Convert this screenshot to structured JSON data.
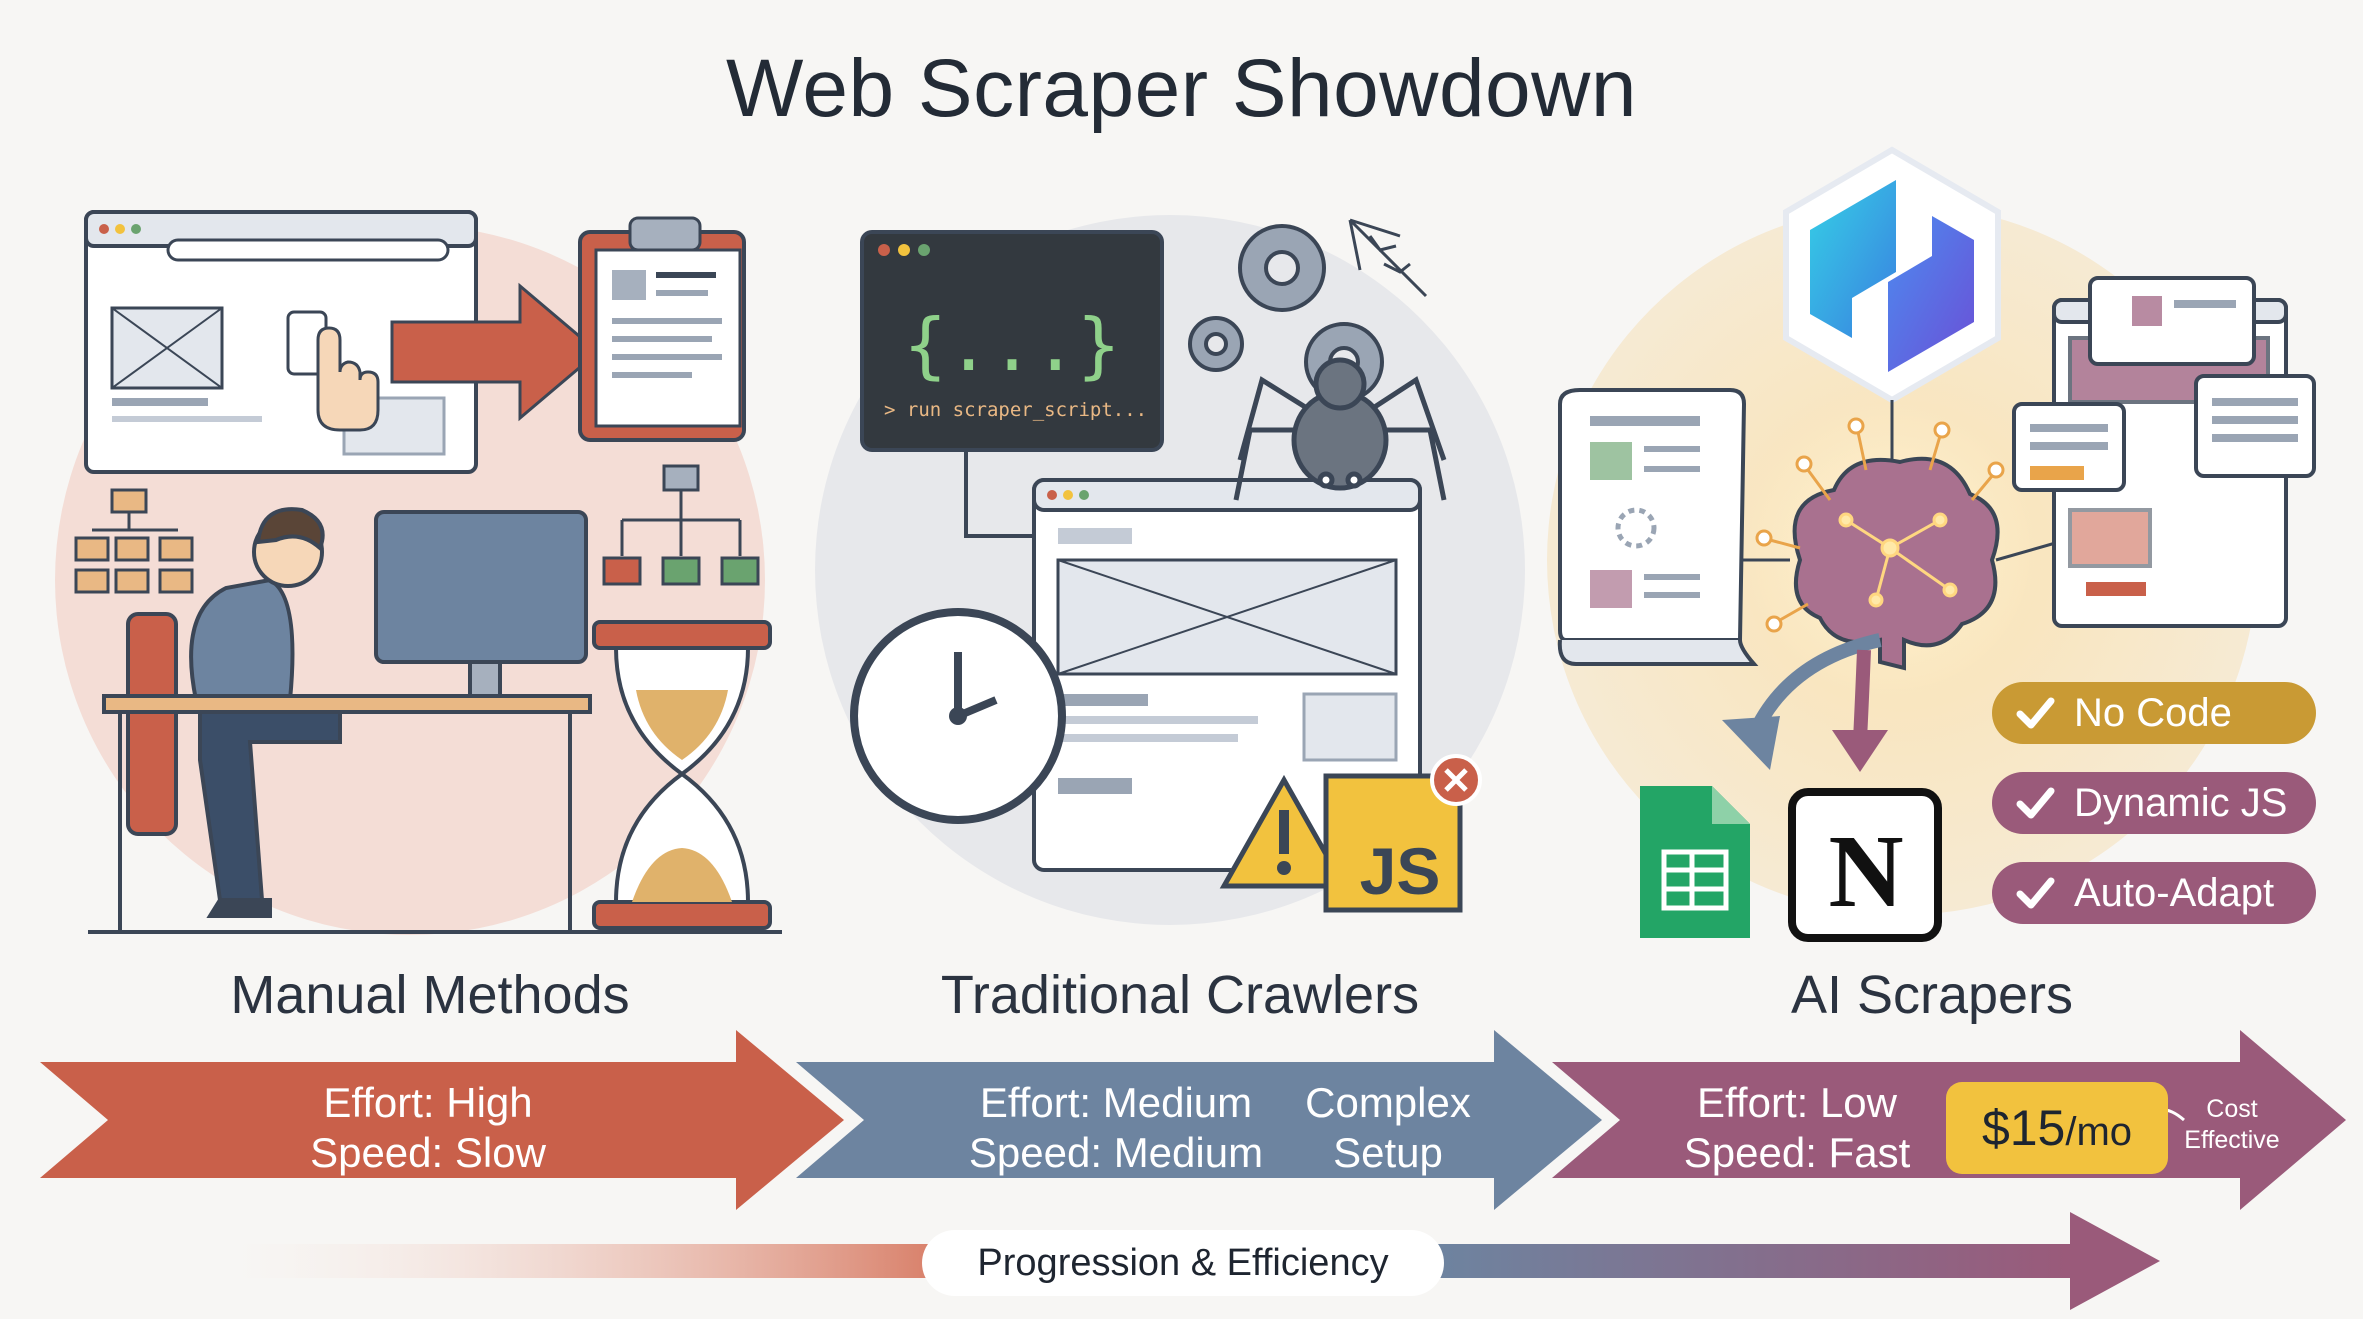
{
  "title": "Web Scraper Showdown",
  "panels": [
    {
      "name": "Manual Methods",
      "effort": "Effort: High",
      "speed": "Speed: Slow"
    },
    {
      "name": "Traditional Crawlers",
      "effort": "Effort: Medium",
      "speed": "Speed: Medium",
      "note_line1": "Complex",
      "note_line2": "Setup",
      "code_braces": "{...}",
      "terminal_command": "> run scraper_script...",
      "js_badge": "JS"
    },
    {
      "name": "AI Scrapers",
      "effort": "Effort: Low",
      "speed": "Speed: Fast",
      "features": [
        "No Code",
        "Dynamic JS",
        "Auto-Adapt"
      ],
      "price": "$15",
      "price_unit": "/mo",
      "price_note_line1": "Cost",
      "price_note_line2": "Effective"
    }
  ],
  "progression_label": "Progression & Efficiency",
  "colors": {
    "manual": "#c9604a",
    "crawler": "#6d84a0",
    "ai": "#9a5a7a",
    "pill_gold": "#c99a34",
    "pill_purple": "#9a5a7a",
    "price": "#f2c23e"
  },
  "icons": [
    "browser-window-icon",
    "clipboard-icon",
    "hand-pointer-icon",
    "hourglass-icon",
    "terminal-icon",
    "gear-icon",
    "spider-icon",
    "spiderweb-icon",
    "clock-icon",
    "warning-icon",
    "js-file-icon",
    "error-icon",
    "ai-logo-icon",
    "brain-icon",
    "document-scroll-icon",
    "google-sheets-icon",
    "notion-icon",
    "check-icon"
  ]
}
